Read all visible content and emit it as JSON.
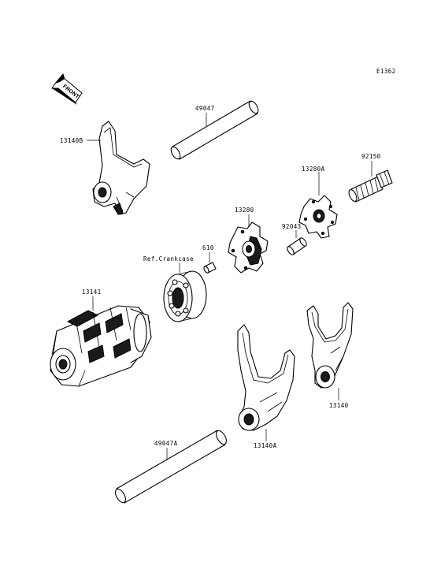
{
  "diagram_code": "E1362",
  "front_marker": "FRONT",
  "callouts": {
    "c_49047": "49047",
    "c_13140B": "13140B",
    "c_92150": "92150",
    "c_13280A": "13280A",
    "c_13280": "13280",
    "c_92043": "92043",
    "c_610": "610",
    "c_ref": "Ref.Crankcase",
    "c_13141": "13141",
    "c_13140": "13140",
    "c_13140A": "13140A",
    "c_49047A": "49047A"
  }
}
